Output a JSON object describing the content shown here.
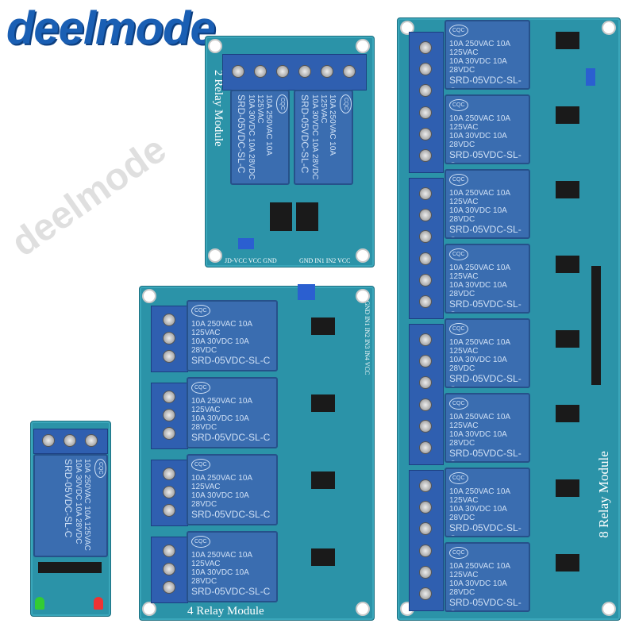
{
  "logo": {
    "text": "deelmode",
    "color": "#1a5fb4"
  },
  "watermark": "deelmode",
  "relay_label": {
    "cert": "CQC",
    "line1": "10A 250VAC  10A 125VAC",
    "line2": "10A  30VDC  10A  28VDC",
    "model": "SRD-05VDC-SL-C"
  },
  "boards": {
    "one": {
      "relays": 1
    },
    "two": {
      "title": "2 Relay Module",
      "relays": 2,
      "pins_left": "JD-VCC VCC GND",
      "pins_right": "GND IN1 IN2 VCC"
    },
    "four": {
      "title": "4 Relay Module",
      "relays": 4,
      "pins": "GND IN1 IN2 IN3 IN4 VCC"
    },
    "eight": {
      "title": "8 Relay Module",
      "relays": 8
    }
  },
  "colors": {
    "board": "#2b93a8",
    "relay": "#3a6db0",
    "terminal": "#2f5fb0"
  }
}
